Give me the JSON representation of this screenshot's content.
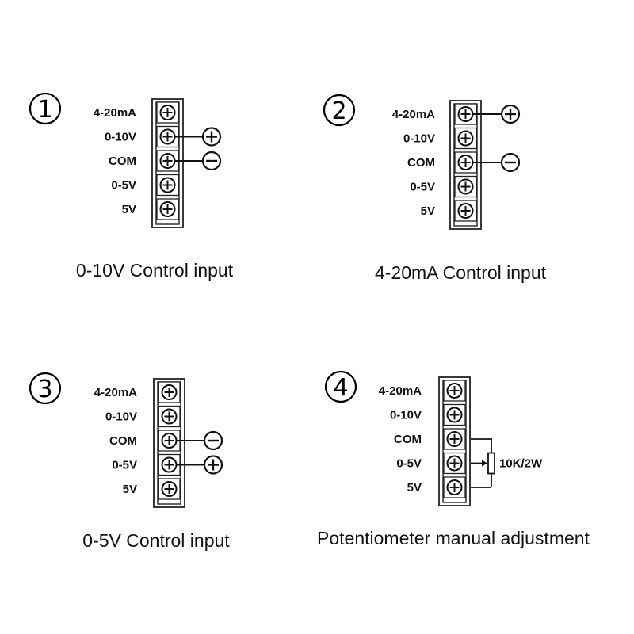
{
  "terminal_labels": [
    "4-20mA",
    "0-10V",
    "COM",
    "0-5V",
    "5V"
  ],
  "diagrams": [
    {
      "number": "1",
      "caption": "0-10V Control input",
      "connections": [
        {
          "terminal": "0-10V",
          "polarity": "+"
        },
        {
          "terminal": "COM",
          "polarity": "-"
        }
      ]
    },
    {
      "number": "2",
      "caption": "4-20mA Control input",
      "connections": [
        {
          "terminal": "4-20mA",
          "polarity": "+"
        },
        {
          "terminal": "COM",
          "polarity": "-"
        }
      ]
    },
    {
      "number": "3",
      "caption": "0-5V Control input",
      "connections": [
        {
          "terminal": "COM",
          "polarity": "-"
        },
        {
          "terminal": "0-5V",
          "polarity": "+"
        }
      ]
    },
    {
      "number": "4",
      "caption": "Potentiometer manual adjustment",
      "potentiometer": {
        "label": "10K/2W",
        "terminals": [
          "COM",
          "0-5V",
          "5V"
        ]
      }
    }
  ]
}
